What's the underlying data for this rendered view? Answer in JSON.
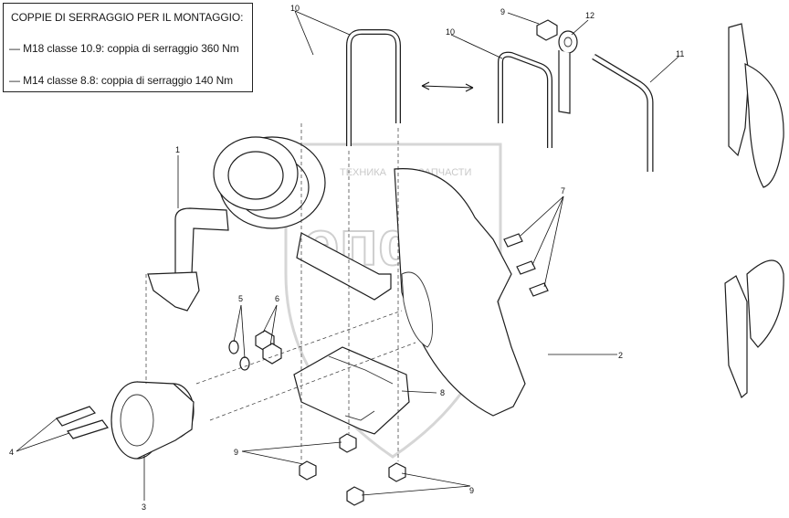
{
  "notes": {
    "title": "COPPIE DI SERRAGGIO PER IL MONTAGGIO:",
    "line1": "— M18 classe 10.9: coppia di serraggio 360 Nm",
    "line2": "— M14 classe 8.8: coppia di serraggio 140 Nm"
  },
  "watermark": {
    "text": "ТЕХНИКА",
    "text2": "ЗАПЧАСТИ",
    "letters": "эпф"
  },
  "callouts": {
    "c1": "1",
    "c2": "2",
    "c3": "3",
    "c4": "4",
    "c5": "5",
    "c6": "6",
    "c7": "7",
    "c8": "8",
    "c9a": "9",
    "c9b": "9",
    "c9c": "9",
    "c10a": "10",
    "c10b": "10",
    "c11": "11",
    "c12": "12"
  },
  "icons": {
    "swap_arrow": "double-arrow-icon"
  }
}
